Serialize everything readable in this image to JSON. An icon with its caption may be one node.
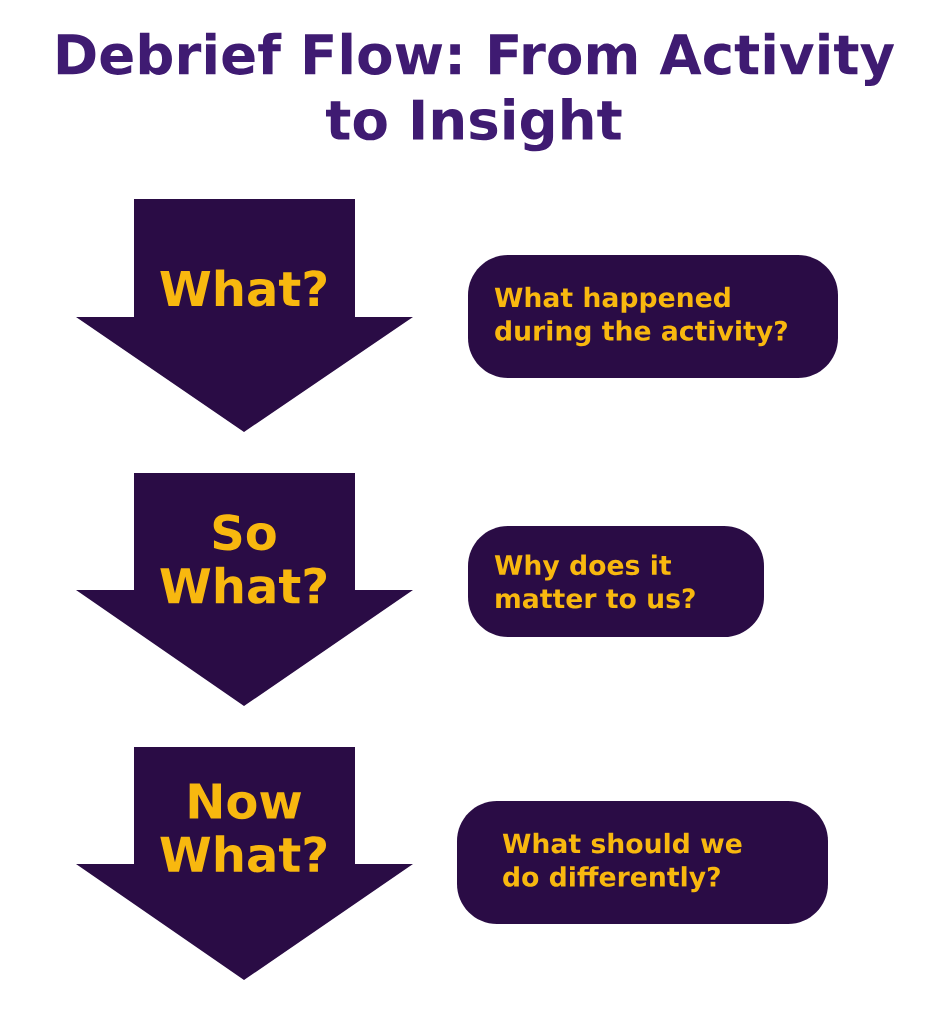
{
  "diagram": {
    "title": "Debrief Flow: From Activity to Insight",
    "nodes": [
      {
        "text": [
          "What?"
        ]
      },
      {
        "text": [
          "What happened during the activity?"
        ]
      },
      {
        "text": [
          "So What?"
        ]
      },
      {
        "text": [
          "Why does it matter to us?"
        ]
      },
      {
        "text": [
          "Now What?"
        ]
      },
      {
        "text": [
          "What should we do differently?"
        ]
      }
    ]
  }
}
